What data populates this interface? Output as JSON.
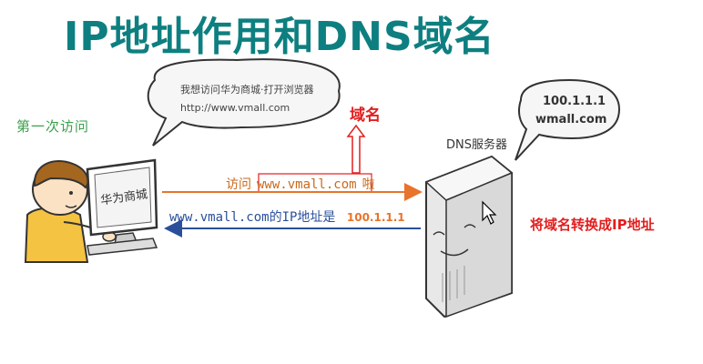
{
  "title": "IP地址作用和DNS域名",
  "first_visit": "第一次访问",
  "user_bubble": {
    "line1": "我想访问华为商城·打开浏览器",
    "line2": "http://www.vmall.com"
  },
  "monitor_text": "华为商城",
  "domain_label": "域名",
  "request": {
    "prefix": "访问",
    "domain": "www.vmall.com",
    "suffix": "啦"
  },
  "response": {
    "text": "www.vmall.com的IP地址是",
    "ip": "100.1.1.1"
  },
  "dns_server_label": "DNS服务器",
  "dns_bubble": {
    "ip": "100.1.1.1",
    "domain": "wmall.com"
  },
  "convert_label": "将域名转换成IP地址",
  "colors": {
    "title": "#0e7f80",
    "red": "#e31e1e",
    "orange_arrow": "#e8742b",
    "blue_arrow": "#2a4f9a",
    "green_text": "#3aa04b"
  }
}
